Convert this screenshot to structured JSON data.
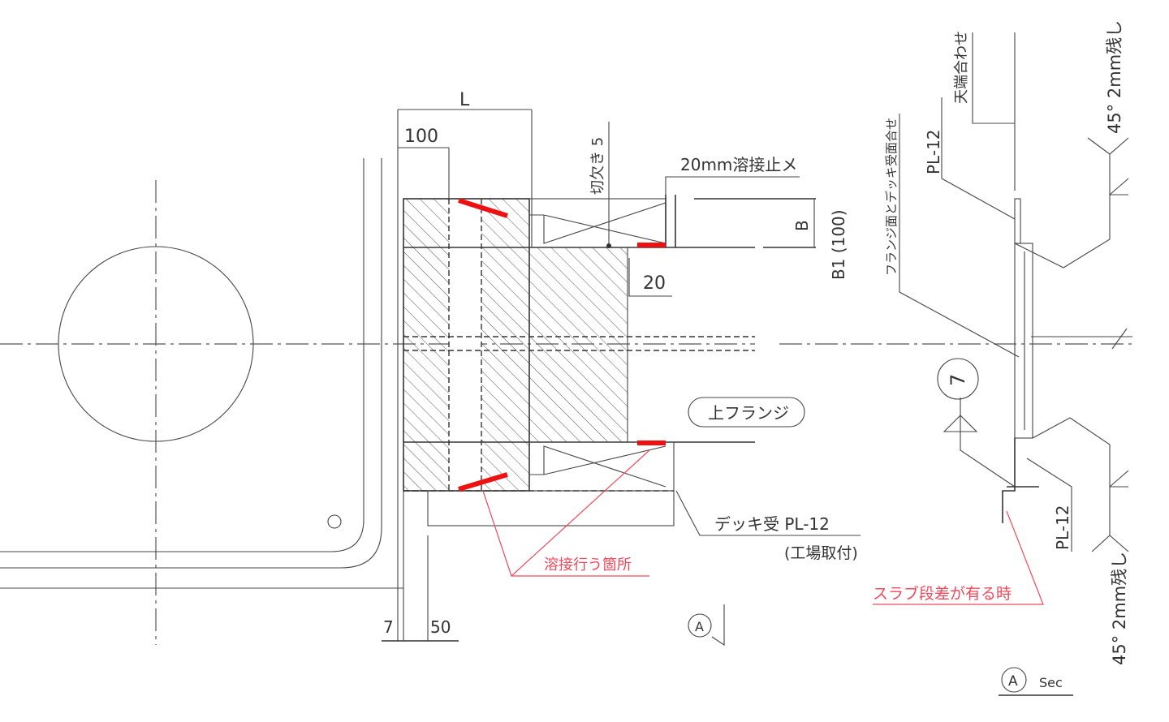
{
  "drawing": {
    "dim_L": "L",
    "dim_100": "100",
    "notch": "切欠き 5",
    "weld_stop": "20mm溶接止メ",
    "dim_B": "B",
    "dim_B1": "B1 (100)",
    "dim_20": "20",
    "upper_flange": "上フランジ",
    "deck_plate": "デッキ受 PL-12",
    "factory": "(工場取付)",
    "weld_location": "溶接行う箇所",
    "dim_7": "7",
    "dim_50": "50",
    "section_mark": "A"
  },
  "section": {
    "top_align": "天端合わせ",
    "pl_top": "PL-12",
    "flange_deck_align": "フランジ面とデッキ受面合せ",
    "bevel_top": "45° 2mm残し",
    "weld_symbol_number": "7",
    "pl_bottom": "PL-12",
    "slab_step": "スラブ段差が有る時",
    "bevel_bottom": "45° 2mm残し",
    "section_label_mark": "A",
    "section_label_text": "Sec"
  },
  "colors": {
    "weld": "#ee1111",
    "note": "#f04a5a"
  }
}
